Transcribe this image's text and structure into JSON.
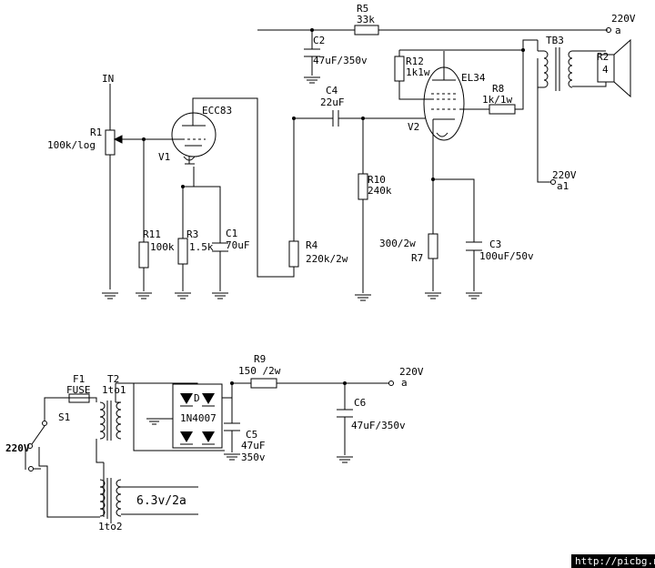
{
  "labels": {
    "in": "IN",
    "r1_name": "R1",
    "r1_value": "100k/log",
    "v1_name": "V1",
    "v1_tube": "ECC83",
    "r11_name": "R11",
    "r11_value": "100k",
    "r3_name": "R3",
    "r3_value": "1.5k",
    "c1_name": "C1",
    "c1_value": "70uF",
    "r4_name": "R4",
    "r4_value": "220k/2w",
    "r5_name": "R5",
    "r5_value": "33k",
    "c2_name": "C2",
    "c2_value": "47uF/350v",
    "c4_name": "C4",
    "c4_value": "22uF",
    "r10_name": "R10",
    "r10_value": "240k",
    "r12_name": "R12",
    "r12_value": "1k1w",
    "v2_tube": "EL34",
    "v2_name": "V2",
    "r8_name": "R8",
    "r8_value": "1k/1w",
    "r7_value": "300/2w",
    "r7_name": "R7",
    "c3_name": "C3",
    "c3_value": "100uF/50v",
    "tb3_name": "TB3",
    "speaker_name": "R2",
    "speaker_value": "4",
    "hv_top": "220V",
    "hv_top_node": "a",
    "hv_mid": "220V",
    "hv_mid_node": "a1",
    "f1_name": "F1",
    "f1_value": "FUSE",
    "s1_name": "S1",
    "mains": "220V",
    "t2_name": "T2",
    "t2_ratio": "1to1",
    "t3_ratio": "1to2",
    "heater": "6.3v/2a",
    "d_name": "D",
    "d_value": "1N4007",
    "c5_name": "C5",
    "c5_value1": "47uF",
    "c5_value2": "350v",
    "r9_name": "R9",
    "r9_value": "150 /2w",
    "c6_name": "C6",
    "c6_value": "47uF/350v",
    "hv_out": "220V",
    "hv_out_node": "a"
  },
  "watermark": "http://picbg.net/"
}
